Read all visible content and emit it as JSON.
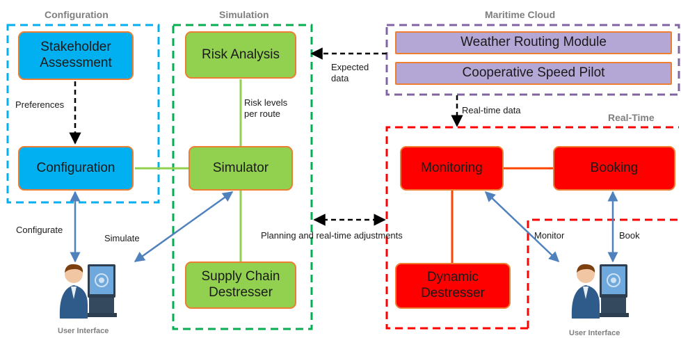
{
  "groups": {
    "configuration": "Configuration",
    "simulation": "Simulation",
    "maritime_cloud": "Maritime Cloud",
    "real_time": "Real-Time"
  },
  "boxes": {
    "stakeholder_assessment": "Stakeholder\nAssessment",
    "configuration": "Configuration",
    "risk_analysis": "Risk Analysis",
    "simulator": "Simulator",
    "supply_chain_destresser": "Supply Chain\nDestresser",
    "weather_routing": "Weather Routing Module",
    "cooperative_speed_pilot": "Cooperative Speed Pilot",
    "monitoring": "Monitoring",
    "booking": "Booking",
    "dynamic_destresser": "Dynamic\nDestresser"
  },
  "labels": {
    "preferences": "Preferences",
    "risk_levels": "Risk levels\nper route",
    "expected_data": "Expected\ndata",
    "realtime_data": "Real-time data",
    "planning": "Planning and real-time adjustments",
    "configurate": "Configurate",
    "simulate": "Simulate",
    "monitor": "Monitor",
    "book": "Book"
  },
  "user_interface_label": "User Interface",
  "colors": {
    "configuration_border": "#00b0f0",
    "simulation_border": "#00b050",
    "maritime_border": "#8064a2",
    "realtime_border": "#ff0000",
    "arrow_blue": "#4f81bd",
    "green_line": "#92d050",
    "red_line": "#ff4500"
  }
}
